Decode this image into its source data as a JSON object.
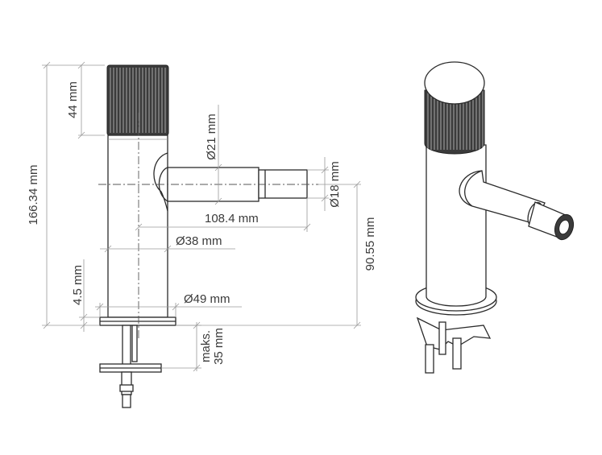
{
  "dimensions": {
    "total_height": "166.34 mm",
    "handle_height": "44 mm",
    "spout_diameter": "Ø21 mm",
    "nozzle_diameter": "Ø18 mm",
    "reach": "108.4 mm",
    "body_diameter": "Ø38 mm",
    "base_thickness": "4.5 mm",
    "base_diameter": "Ø49 mm",
    "outlet_height": "90.55 mm",
    "max_mount_line1": "maks.",
    "max_mount_line2": "35 mm"
  }
}
